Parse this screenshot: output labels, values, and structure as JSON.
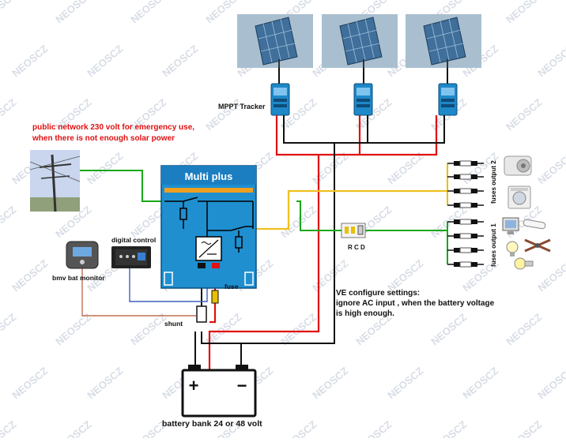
{
  "labels": {
    "public_network_line1": "public network 230 volt for emergency use,",
    "public_network_line2": "when there is not enough solar power",
    "mppt_tracker": "MPPT Tracker",
    "multi_plus": "Multi plus",
    "digital_control": "digital control",
    "bmv_monitor": "bmv bat monitor",
    "fuse": "fuse",
    "shunt": "shunt",
    "rcd": "R C D",
    "fuses_output_2": "fuses output 2",
    "fuses_output_1": "fuses output 1",
    "ve_line1": "VE configure settings:",
    "ve_line2": "ignore AC input , when the battery voltage",
    "ve_line3": "is high enough.",
    "battery_bank": "battery bank  24 or 48 volt",
    "plus_sign": "+",
    "minus_sign": "−"
  },
  "watermark_text": "NEOSCZ",
  "colors": {
    "public_network_text": "#e01010",
    "multiplus_blue": "#1f8fd0",
    "multiplus_orange": "#f0a020",
    "wire_red": "#e01010",
    "wire_black": "#111111",
    "wire_green": "#18a818",
    "wire_yellow": "#f0c020",
    "wire_blue": "#4060c0",
    "wire_brown": "#c07050",
    "fuse_yellow": "#e8c000"
  }
}
